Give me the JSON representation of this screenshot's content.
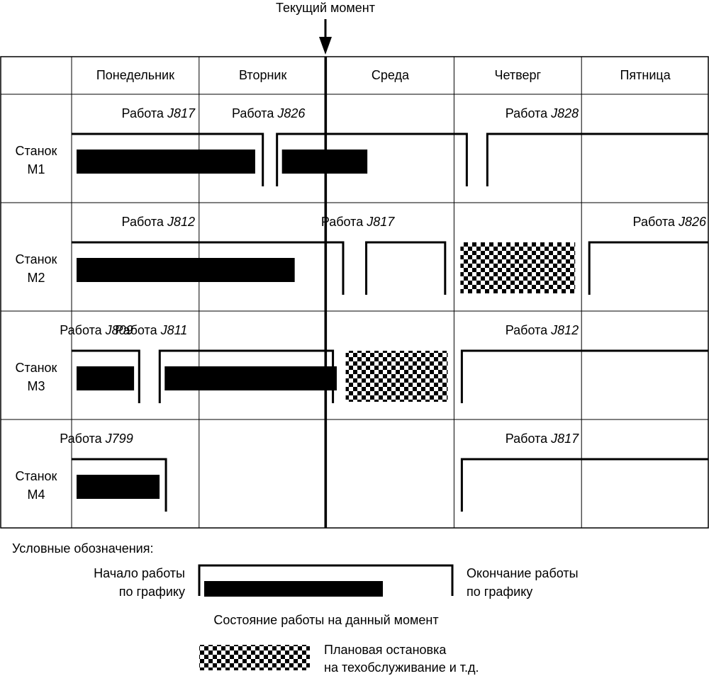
{
  "current_moment_label": "Текущий момент",
  "days": [
    "Понедельник",
    "Вторник",
    "Среда",
    "Четверг",
    "Пятница"
  ],
  "current_moment_day": 2,
  "machines": [
    {
      "name_line1": "Станок",
      "name_line2": "M1",
      "jobs": [
        {
          "word": "Работа",
          "id": "J817",
          "start": 0,
          "end": 1.5,
          "progress_end": 1.44
        },
        {
          "word": "Работа",
          "id": "J826",
          "start": 1.6,
          "end": 3.1,
          "progress_end": 2.32
        },
        {
          "word": "Работа",
          "id": "J828",
          "start": 3.25,
          "end": 5.0,
          "progress_end": null
        }
      ],
      "maintenance": []
    },
    {
      "name_line1": "Станок",
      "name_line2": "M2",
      "jobs": [
        {
          "word": "Работа",
          "id": "J812",
          "start": 0,
          "end": 2.13,
          "progress_end": 1.75
        },
        {
          "word": "Работа",
          "id": "J817",
          "start": 2.3,
          "end": 2.93,
          "progress_end": null
        },
        {
          "word": "Работа",
          "id": "J826",
          "start": 4.05,
          "end": 5.0,
          "progress_end": null
        }
      ],
      "maintenance": [
        {
          "start": 3.05,
          "end": 3.95
        }
      ]
    },
    {
      "name_line1": "Станок",
      "name_line2": "M3",
      "jobs": [
        {
          "word": "Работа",
          "id": "J809",
          "start": 0,
          "end": 0.53,
          "progress_end": 0.49
        },
        {
          "word": "Работа",
          "id": "J811",
          "start": 0.68,
          "end": 2.05,
          "progress_end": 2.08
        },
        {
          "word": "Работа",
          "id": "J812",
          "start": 3.05,
          "end": 5.0,
          "progress_end": null
        }
      ],
      "maintenance": [
        {
          "start": 2.15,
          "end": 2.95
        }
      ]
    },
    {
      "name_line1": "Станок",
      "name_line2": "M4",
      "jobs": [
        {
          "word": "Работа",
          "id": "J799",
          "start": 0,
          "end": 0.74,
          "progress_end": 0.69
        },
        {
          "word": "Работа",
          "id": "J817",
          "start": 3.05,
          "end": 5.0,
          "progress_end": null
        }
      ],
      "maintenance": []
    }
  ],
  "legend": {
    "title": "Условные обозначения:",
    "start_line1": "Начало работы",
    "start_line2": "по графику",
    "end_line1": "Окончание работы",
    "end_line2": "по графику",
    "progress": "Состояние работы на данный момент",
    "maintenance_line1": "Плановая остановка",
    "maintenance_line2": "на техобслуживание и т.д."
  }
}
